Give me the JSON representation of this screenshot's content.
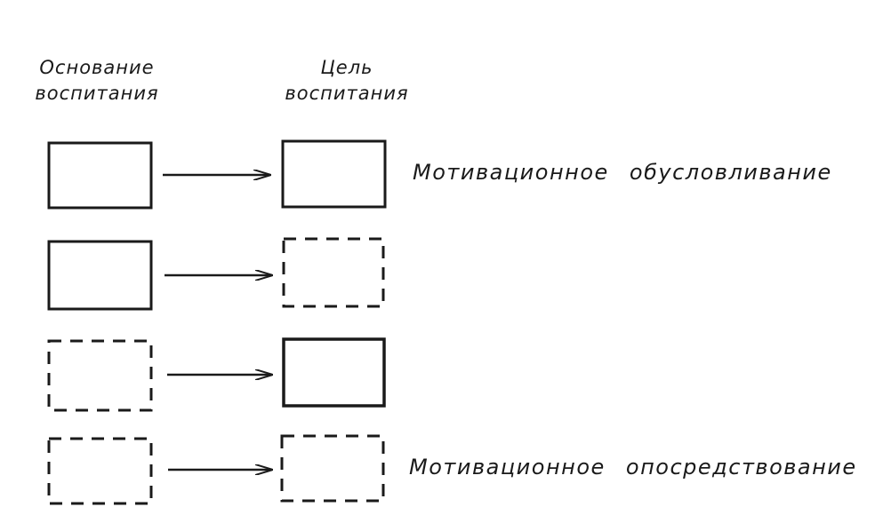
{
  "headers": {
    "left_line1": "Основание",
    "left_line2": "воспитания",
    "right_line1": "Цель",
    "right_line2": "воспитания"
  },
  "rows": [
    {
      "left": "solid",
      "right": "solid",
      "label": "Мотивационное обусловливание"
    },
    {
      "left": "solid",
      "right": "dashed",
      "label": ""
    },
    {
      "left": "dashed",
      "right": "solid",
      "label": ""
    },
    {
      "left": "dashed",
      "right": "dashed",
      "label": "Мотивационное опосредствование"
    }
  ],
  "colors": {
    "ink": "#1a1a1a",
    "background": "#ffffff"
  }
}
